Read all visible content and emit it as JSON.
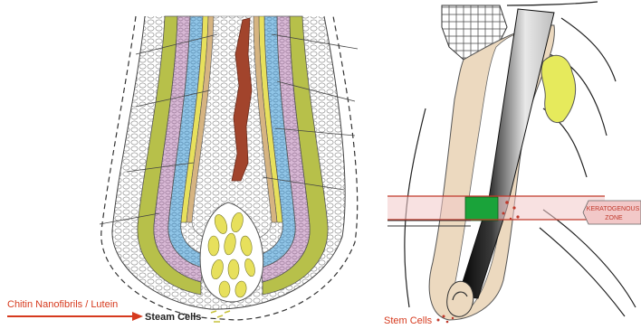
{
  "left_figure": {
    "chitin_label": "Chitin Nanofibrils / Lutein",
    "stem_cells_label": "Steam Cells",
    "colors": {
      "label_red": "#d63a1e",
      "dark_label": "#222222",
      "yellow_green": "#b7c04a",
      "pink": "#d7b7d4",
      "blue": "#8fc4e6",
      "yellow": "#e7e05c",
      "tan": "#d6b481",
      "shaft_brown": "#a2442c"
    }
  },
  "right_figure": {
    "zone_label": "KERATOGENOUS ZONE",
    "stem_cells_label": "Stem Cells",
    "colors": {
      "beige": "#ecd9bf",
      "yellow": "#e6ea5c",
      "green": "#1aa33a",
      "zone_pink": "#f2c8c8",
      "red_lines": "#c0392b"
    }
  }
}
